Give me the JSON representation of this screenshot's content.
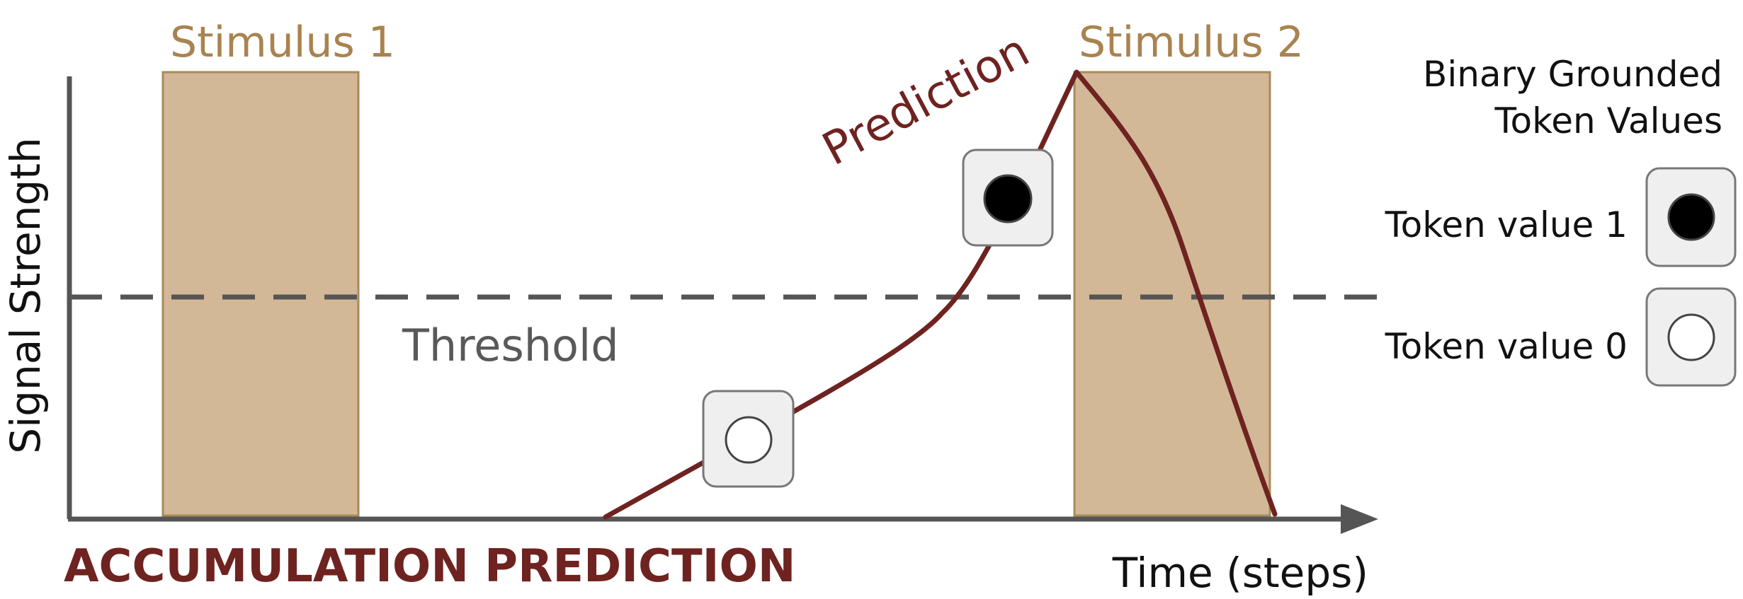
{
  "diagram": {
    "title": "ACCUMULATION PREDICTION",
    "y_axis_label": "Signal Strength",
    "x_axis_label": "Time (steps)",
    "threshold_label": "Threshold",
    "prediction_label": "Prediction",
    "stimuli": [
      {
        "label": "Stimulus 1"
      },
      {
        "label": "Stimulus 2"
      }
    ],
    "tokens_on_curve": [
      {
        "value": 0,
        "icon": "empty-circle-token"
      },
      {
        "value": 1,
        "icon": "filled-circle-token"
      }
    ]
  },
  "legend": {
    "heading_line1": "Binary Grounded",
    "heading_line2": "Token Values",
    "items": [
      {
        "label": "Token value 1",
        "icon": "filled-circle-token"
      },
      {
        "label": "Token value 0",
        "icon": "empty-circle-token"
      }
    ]
  },
  "colors": {
    "stimulus_fill": "#d3b897",
    "stimulus_stroke": "#a98a5a",
    "stimulus_text": "#a9834f",
    "prediction": "#6e2320",
    "axis": "#555555",
    "threshold_text": "#595959",
    "token_bg": "#efefef",
    "token_border": "#777777"
  }
}
